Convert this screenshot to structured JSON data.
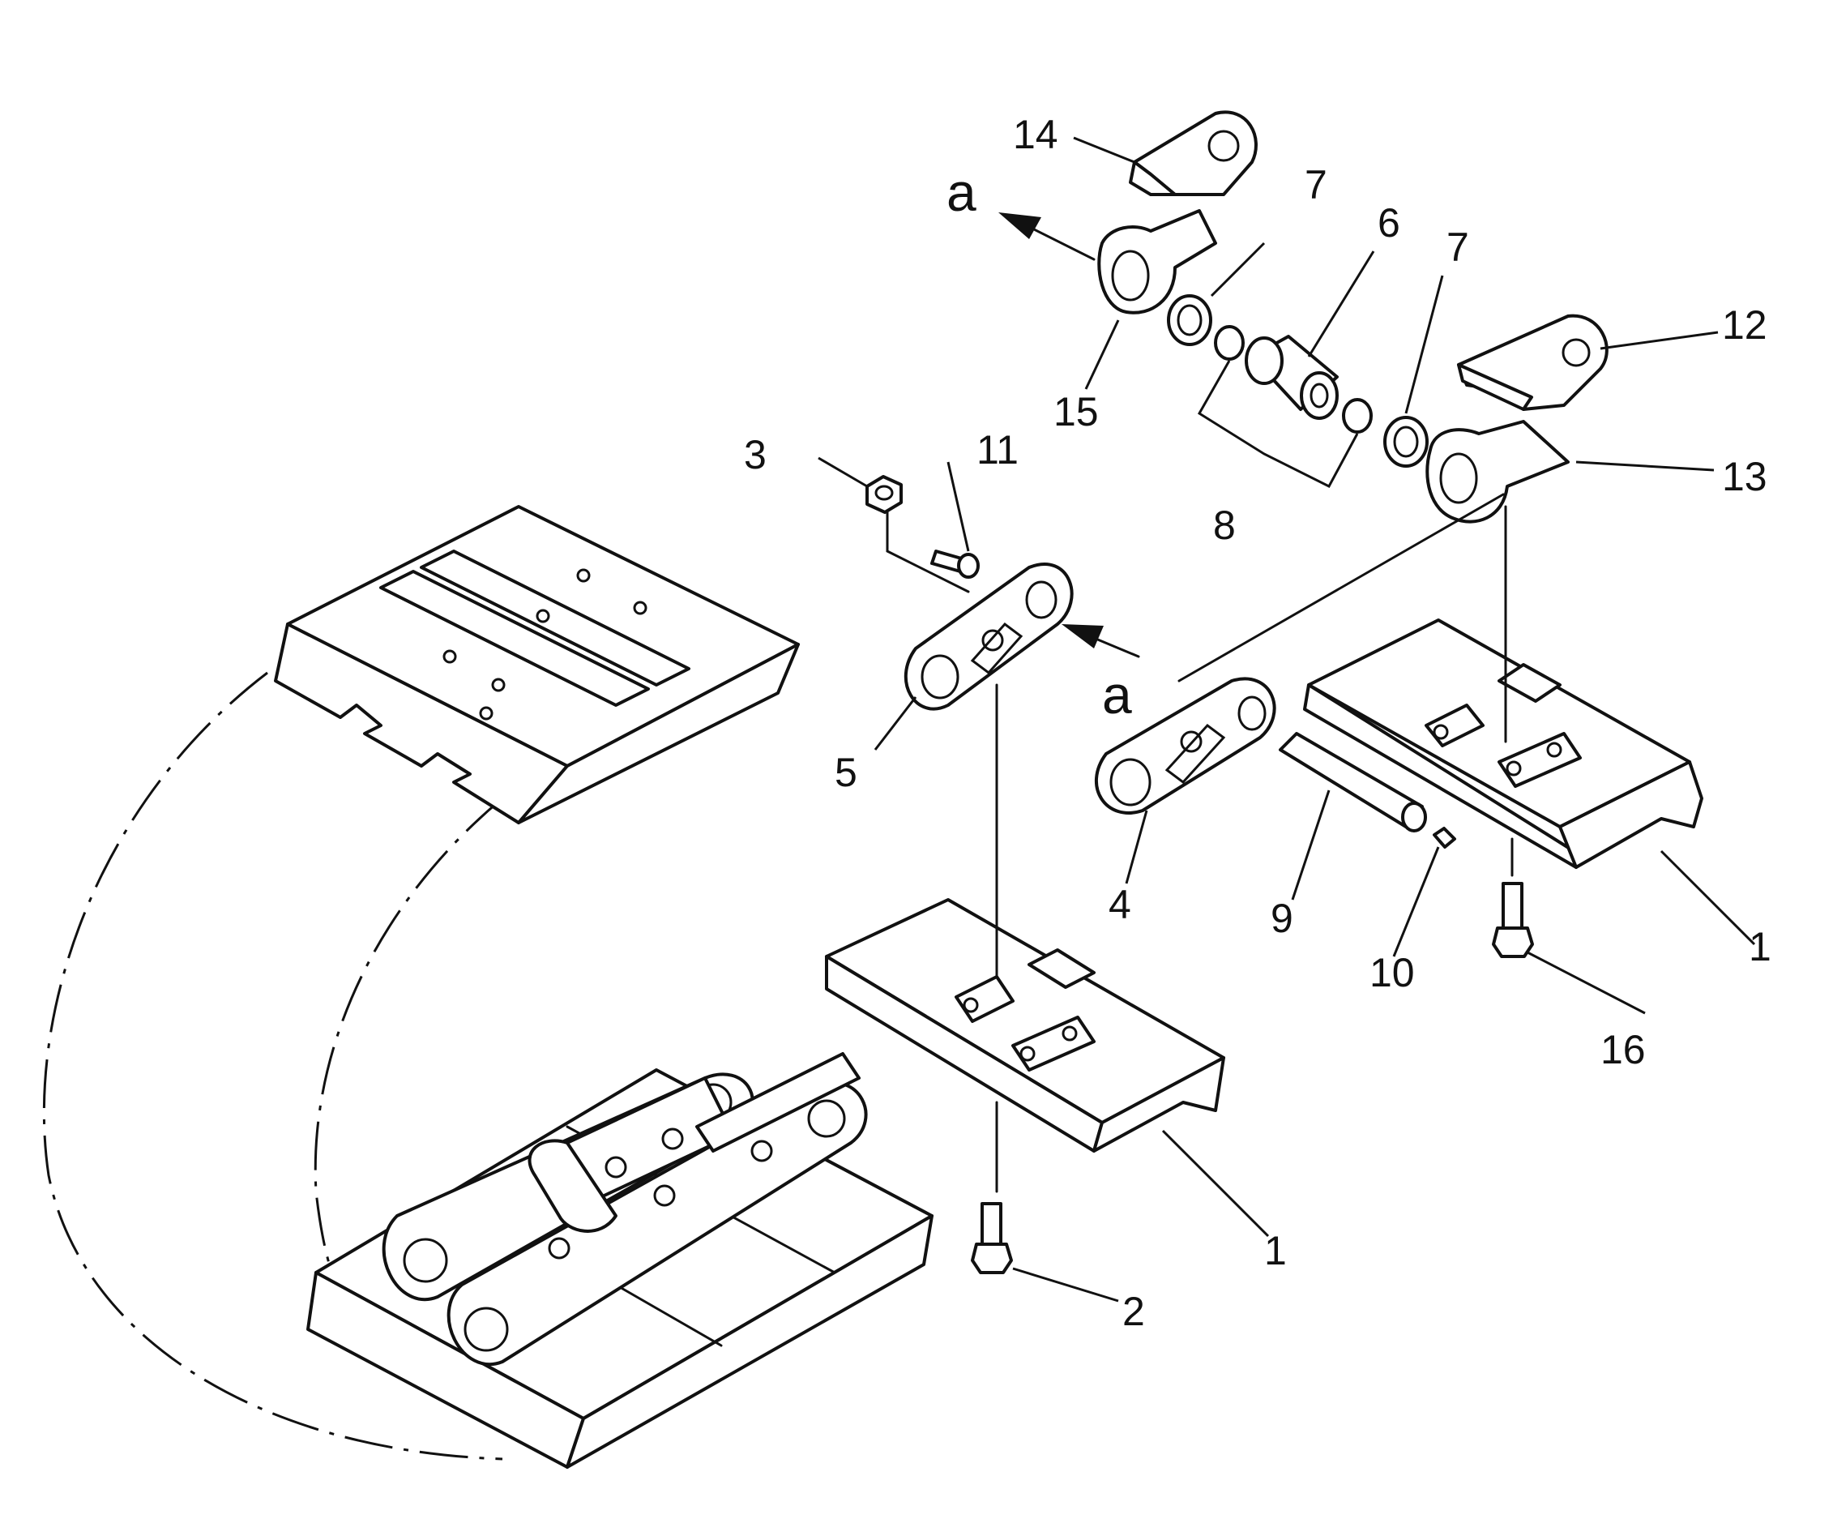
{
  "callouts": {
    "c1a": "1",
    "c1b": "1",
    "c2": "2",
    "c3": "3",
    "c4": "4",
    "c5": "5",
    "c6": "6",
    "c7a": "7",
    "c7b": "7",
    "c8": "8",
    "c9": "9",
    "c10": "10",
    "c11": "11",
    "c12": "12",
    "c13": "13",
    "c14": "14",
    "c15": "15",
    "c16": "16"
  },
  "view_refs": {
    "a_top": "a",
    "a_mid": "a"
  },
  "colors": {
    "ink": "#111111",
    "paper": "#ffffff"
  }
}
